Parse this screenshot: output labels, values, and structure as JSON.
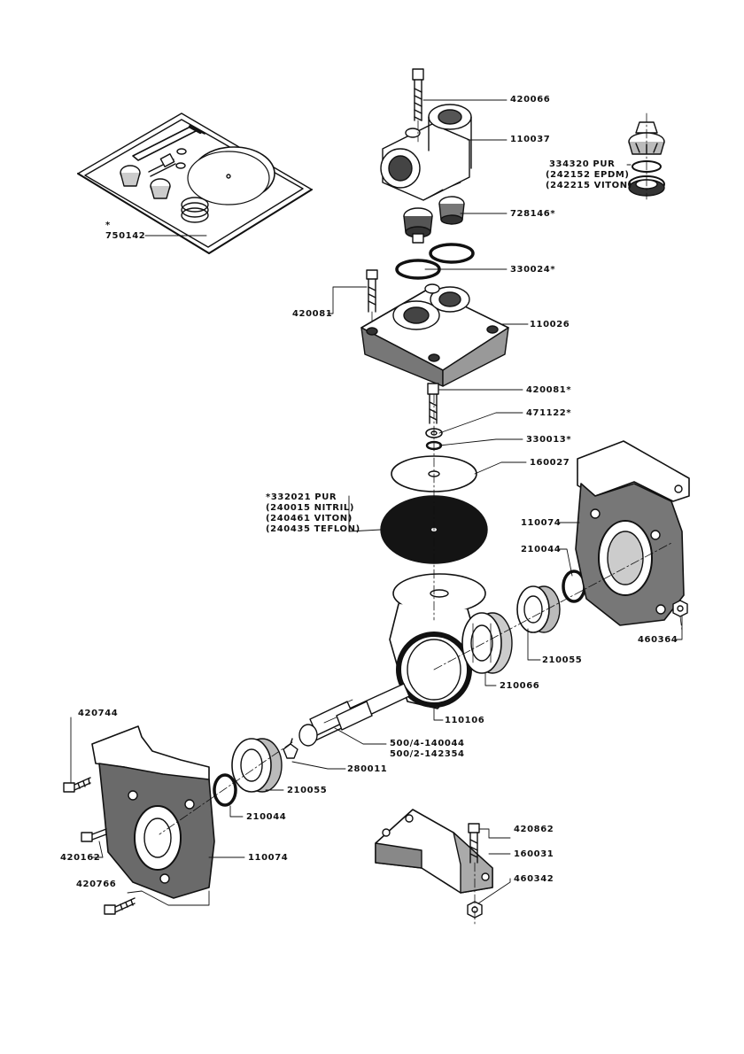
{
  "colors": {
    "ink": "#111111",
    "paper": "#ffffff",
    "shade": "#5a5a5a",
    "diaphragm": "#141414"
  },
  "labels": {
    "p420066": "420066",
    "p110037": "110037",
    "p334320": "334320 PUR",
    "p242152": "(242152 EPDM)",
    "p242215": "(242215 VITON)",
    "p728146": "728146*",
    "p750142_star": "*",
    "p750142": "750142",
    "p330024": "330024*",
    "p420081_top": "420081",
    "p110026": "110026",
    "p420081_star": "420081*",
    "p471122": "471122*",
    "p330013": "330013*",
    "p160027": "160027",
    "p332021": "*332021 PUR",
    "p240015": "(240015 NITRIL)",
    "p240461": "(240461 VITON)",
    "p240435": "(240435 TEFLON)",
    "p110074_right": "110074",
    "p210044_right": "210044",
    "p460364": "460364",
    "p210055_right": "210055",
    "p210066": "210066",
    "p110106": "110106",
    "p420744": "420744",
    "p500_4": "500/4-140044",
    "p500_2": "500/2-142354",
    "p280011": "280011",
    "p210055_left": "210055",
    "p210044_left": "210044",
    "p420162": "420162",
    "p110074_left": "110074",
    "p420766": "420766",
    "p420862": "420862",
    "p160031": "160031",
    "p460342": "460342"
  }
}
